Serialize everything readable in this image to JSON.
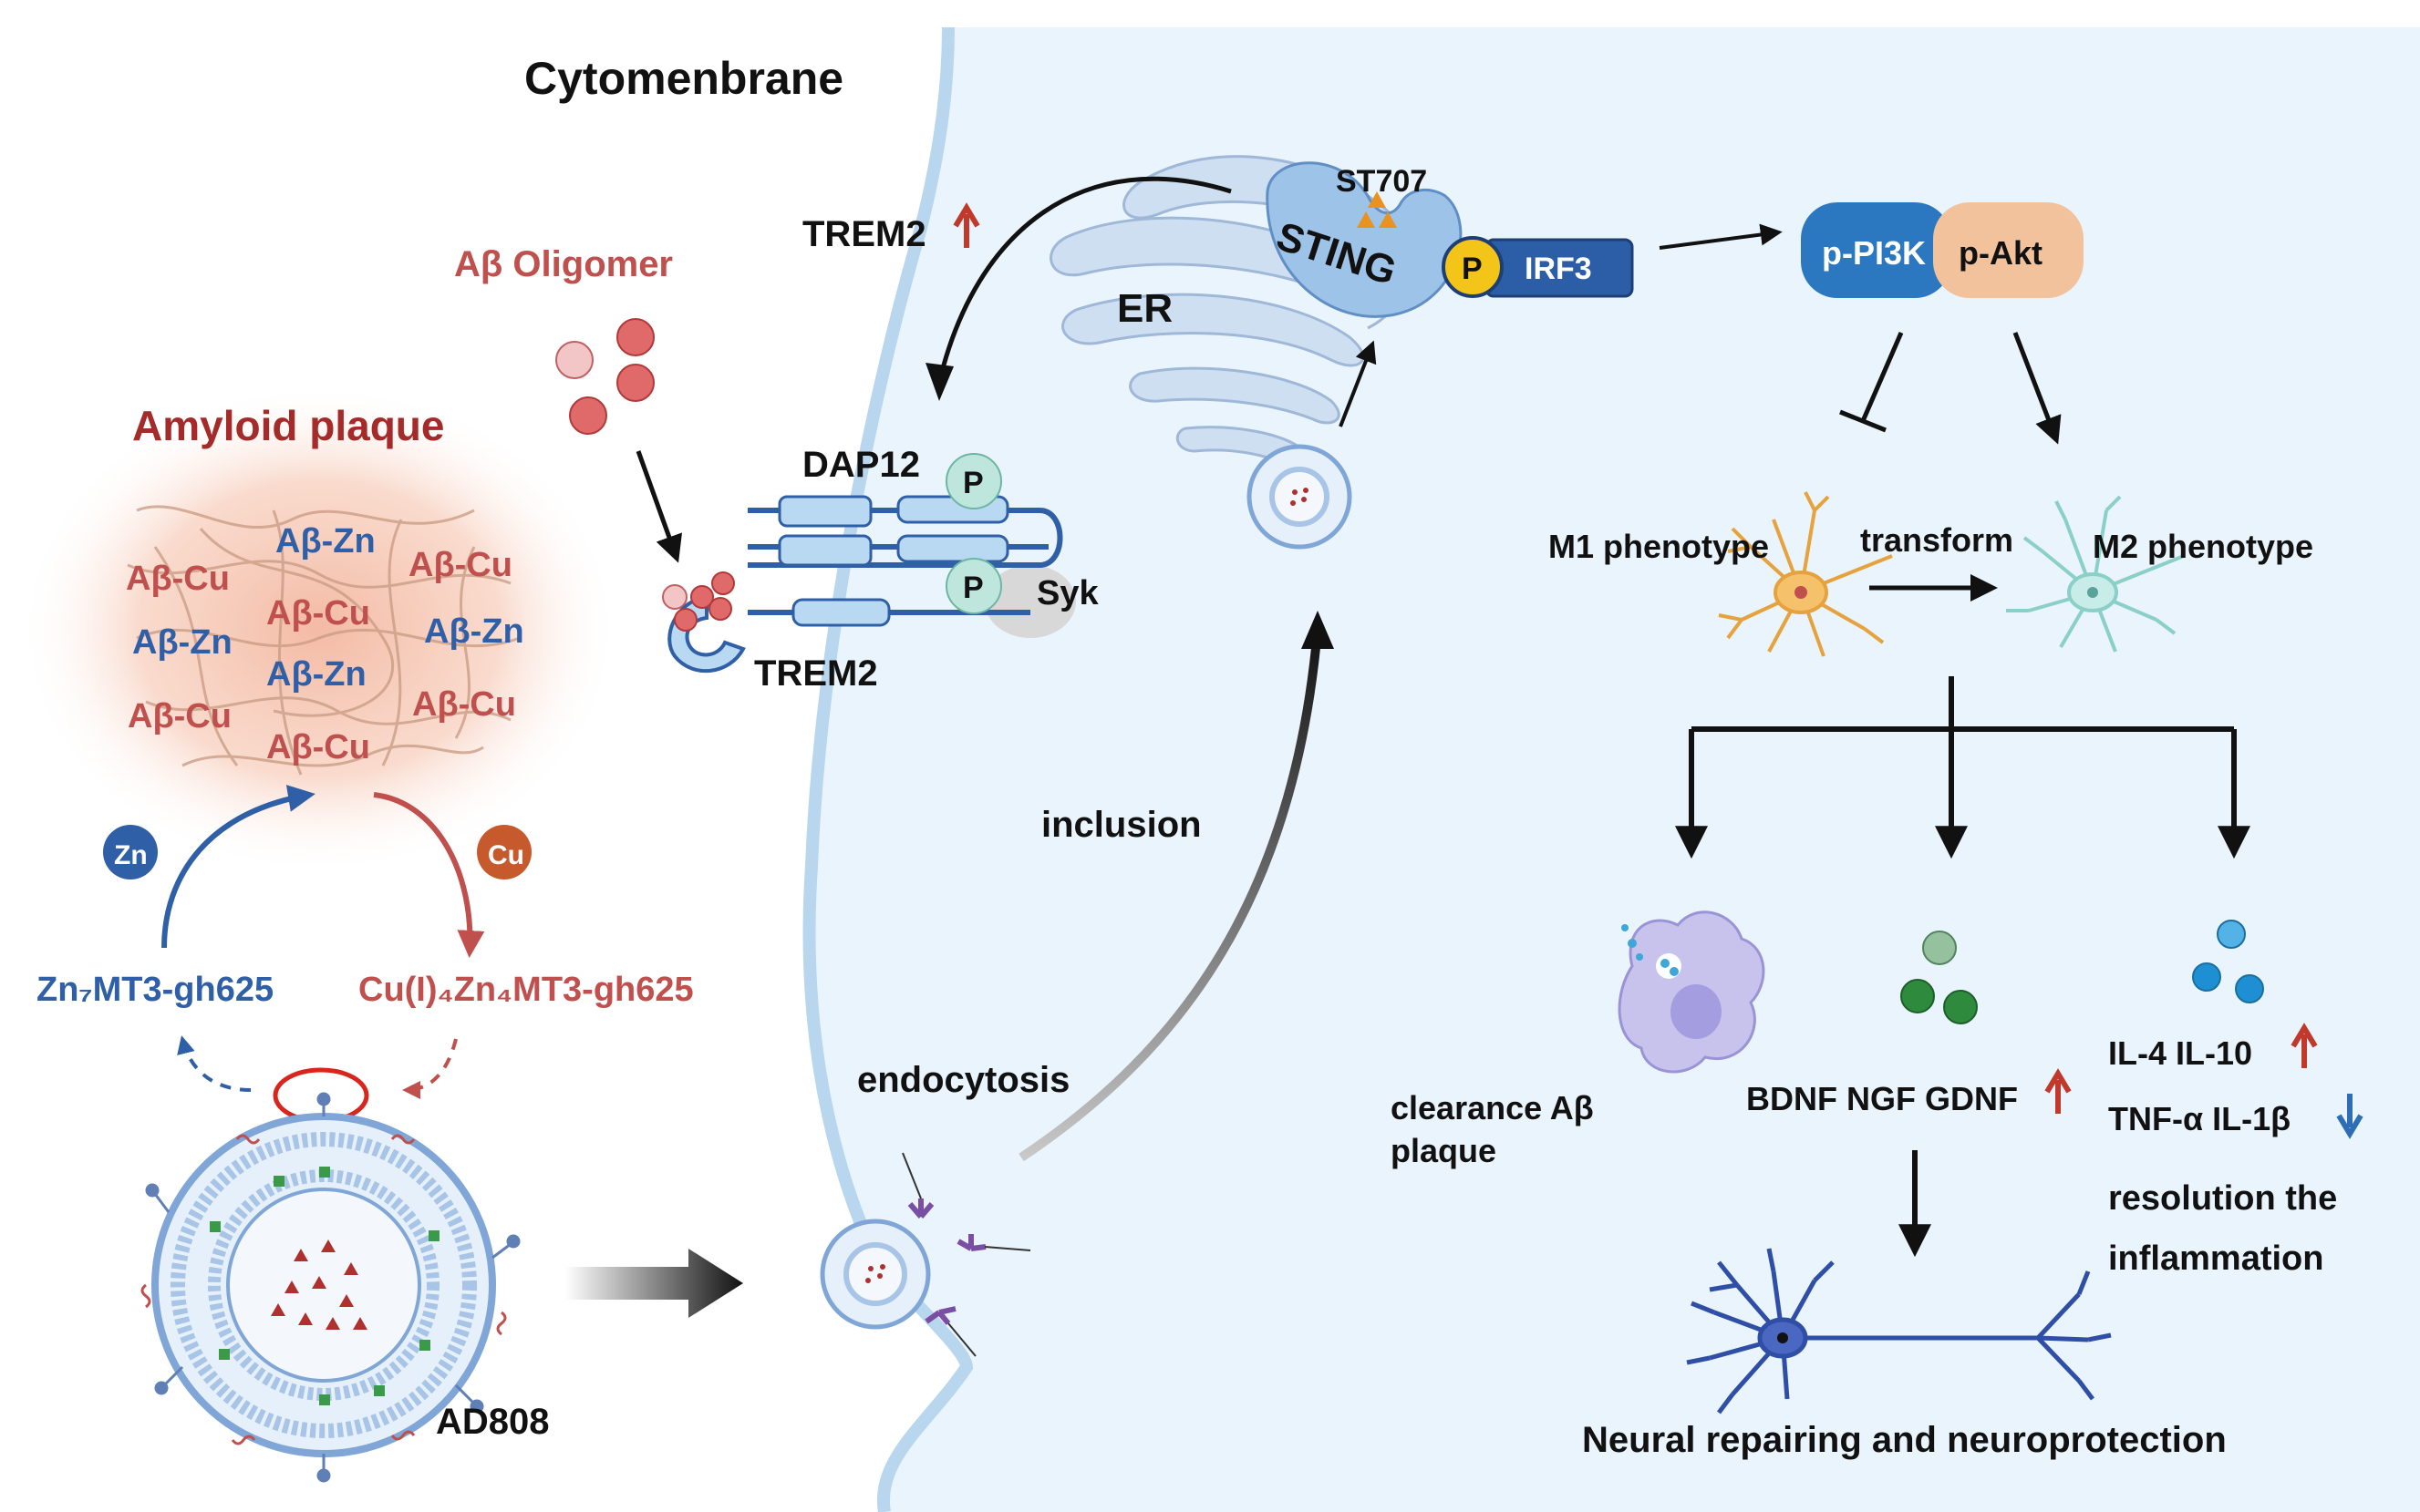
{
  "labels": {
    "cytomembrane": "Cytomenbrane",
    "amyloid_plaque": "Amyloid plaque",
    "ab_oligomer": "Aβ Oligomer",
    "plaque_items": [
      "Aβ-Zn",
      "Aβ-Cu",
      "Aβ-Cu",
      "Aβ-Zn",
      "Aβ-Cu",
      "Aβ-Zn",
      "Aβ-Cu",
      "Aβ-Zn",
      "Aβ-Cu",
      "Aβ-Cu"
    ],
    "zn_badge": "Zn",
    "cu_badge": "Cu",
    "zn_mt3": "Zn₇MT3-gh625",
    "cu_mt3": "Cu(I)₄Zn₄MT3-gh625",
    "ad808": "AD808",
    "trem2_up": "TREM2",
    "dap12": "DAP12",
    "p_mark": "P",
    "syk": "Syk",
    "trem2": "TREM2",
    "inclusion": "inclusion",
    "endocytosis": "endocytosis",
    "er": "ER",
    "st707": "ST707",
    "sting": "STING",
    "irf3": "IRF3",
    "p_pi3k": "p-PI3K",
    "p_akt": "p-Akt",
    "m1": "M1 phenotype",
    "transform": "transform",
    "m2": "M2 phenotype",
    "clearance_line1": "clearance Aβ",
    "clearance_line2": "plaque",
    "bdnf": "BDNF NGF GDNF",
    "il4": "IL-4 IL-10",
    "tnf": "TNF-α IL-1β",
    "resolution_line1": "resolution the",
    "resolution_line2": "inflammation",
    "neural": "Neural repairing and neuroprotection"
  },
  "colors": {
    "plaque_red": "#c0504d",
    "plaque_title": "#a52a2a",
    "zn_blue": "#2f5fa7",
    "cu_red": "#c0504d",
    "up_arrow": "#c0392b",
    "down_arrow": "#2f6db5",
    "cell_fill": "#eaf4fd",
    "membrane": "#b8d6ee",
    "pi3k": "#2c78c0",
    "akt": "#f2c29c",
    "irf3": "#2c5ea8",
    "p_yellow": "#f2c518"
  }
}
